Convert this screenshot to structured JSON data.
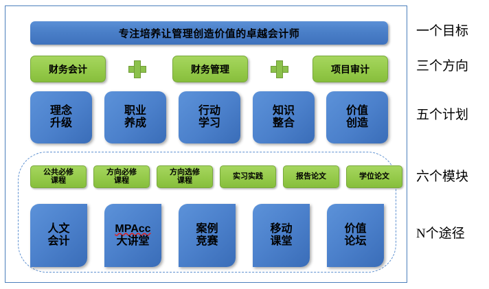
{
  "diagram": {
    "goal": {
      "text": "专注培养让管理创造价值的卓越会计师"
    },
    "directions": [
      {
        "label": "财务会计"
      },
      {
        "label": "财务管理"
      },
      {
        "label": "项目审计"
      }
    ],
    "plans": [
      {
        "line1": "理念",
        "line2": "升级"
      },
      {
        "line1": "职业",
        "line2": "养成"
      },
      {
        "line1": "行动",
        "line2": "学习"
      },
      {
        "line1": "知识",
        "line2": "整合"
      },
      {
        "line1": "价值",
        "line2": "创造"
      }
    ],
    "modules": [
      {
        "line1": "公共必修",
        "line2": "课程"
      },
      {
        "line1": "方向必修",
        "line2": "课程"
      },
      {
        "line1": "方向选修",
        "line2": "课程"
      },
      {
        "line1": "实习实践",
        "line2": ""
      },
      {
        "line1": "报告论文",
        "line2": ""
      },
      {
        "line1": "学位论文",
        "line2": ""
      }
    ],
    "pathways": [
      {
        "line1": "人文",
        "line2": "会计",
        "misspelled": false
      },
      {
        "line1": "MPAcc",
        "line2": "大讲堂",
        "misspelled": true
      },
      {
        "line1": "案例",
        "line2": "竞赛",
        "misspelled": false
      },
      {
        "line1": "移动",
        "line2": "课堂",
        "misspelled": false
      },
      {
        "line1": "价值",
        "line2": "论坛",
        "misspelled": false
      }
    ]
  },
  "legend": [
    {
      "label": "一个目标"
    },
    {
      "label": "三个方向"
    },
    {
      "label": "五个计划"
    },
    {
      "label": "六个模块"
    },
    {
      "label": "N个途径"
    }
  ],
  "colors": {
    "panel_border": "#4a7ebb",
    "dashed_border": "#5b8fd0",
    "blue_box": "#4b80cb",
    "green_box": "#95ca4a",
    "green_box_border": "#77a83a",
    "text": "#000000",
    "spellcheck_underline": "#e02020"
  }
}
